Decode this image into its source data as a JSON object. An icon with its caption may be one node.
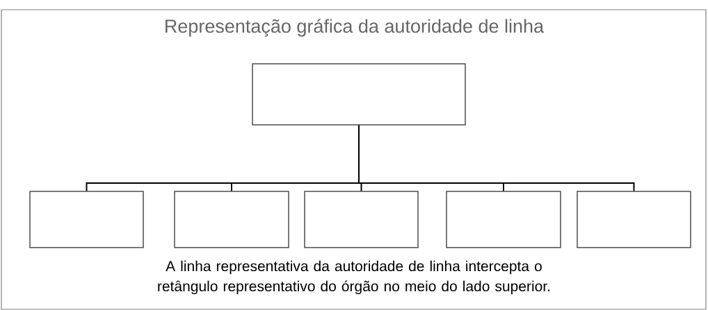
{
  "diagram": {
    "title": "Representação gráfica da autoridade de linha",
    "caption": "A linha representativa da autoridade de linha intercepta o retângulo representativo do órgão no meio do lado superior.",
    "nodes": [
      {
        "text": [],
        "shape": "box"
      },
      {
        "text": [],
        "shape": "box"
      },
      {
        "text": [],
        "shape": "box"
      },
      {
        "text": [],
        "shape": "box"
      },
      {
        "text": [],
        "shape": "box"
      },
      {
        "text": [],
        "shape": "box"
      }
    ],
    "edges": [
      {
        "from": 0,
        "to": 1,
        "arrow": "none"
      },
      {
        "from": 0,
        "to": 2,
        "arrow": "none"
      },
      {
        "from": 0,
        "to": 3,
        "arrow": "none"
      },
      {
        "from": 0,
        "to": 4,
        "arrow": "none"
      },
      {
        "from": 0,
        "to": 5,
        "arrow": "none"
      }
    ]
  }
}
